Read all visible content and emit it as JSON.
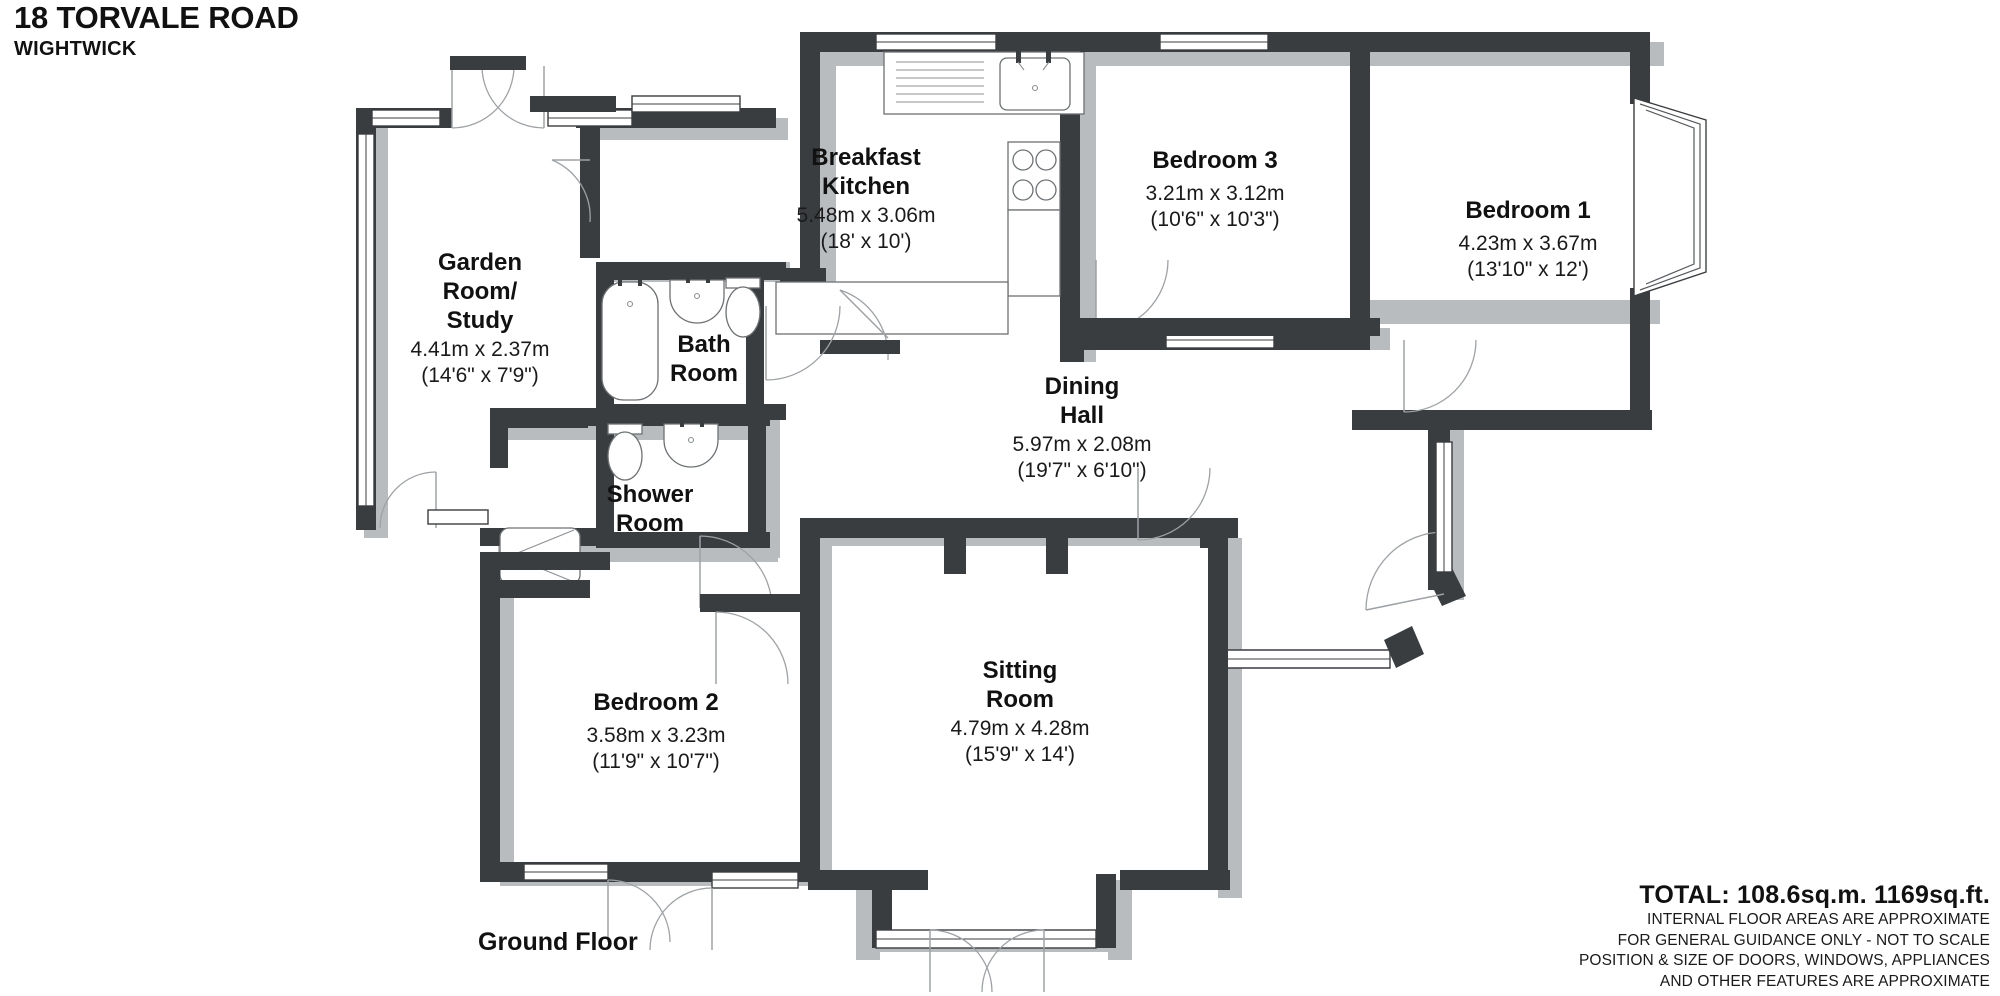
{
  "header": {
    "title": "18 TORVALE ROAD",
    "subtitle": "WIGHTWICK"
  },
  "floor_label": "Ground Floor",
  "footer": {
    "total": "TOTAL:  108.6sq.m.  1169sq.ft.",
    "disclaimer_lines": [
      "INTERNAL FLOOR AREAS ARE APPROXIMATE",
      "FOR GENERAL GUIDANCE ONLY - NOT TO SCALE",
      "POSITION & SIZE OF DOORS, WINDOWS, APPLIANCES",
      "AND OTHER FEATURES ARE APPROXIMATE"
    ]
  },
  "colors": {
    "wall": "#3a3d40",
    "wall_shadow": "#b9bcbe",
    "text": "#111111",
    "fixture_stroke": "#6d7174",
    "background": "#ffffff"
  },
  "rooms": [
    {
      "id": "breakfast-kitchen",
      "name_lines": [
        "Breakfast",
        "Kitchen"
      ],
      "metric": "5.48m x 3.06m",
      "imperial": "(18' x 10')"
    },
    {
      "id": "garden-room-study",
      "name_lines": [
        "Garden",
        "Room/",
        "Study"
      ],
      "metric": "4.41m x 2.37m",
      "imperial": "(14'6\" x 7'9\")"
    },
    {
      "id": "bedroom-3",
      "name_lines": [
        "Bedroom 3"
      ],
      "metric": "3.21m x 3.12m",
      "imperial": "(10'6\" x 10'3\")"
    },
    {
      "id": "bedroom-1",
      "name_lines": [
        "Bedroom 1"
      ],
      "metric": "4.23m x 3.67m",
      "imperial": "(13'10\" x 12')"
    },
    {
      "id": "bath-room",
      "name_lines": [
        "Bath",
        "Room"
      ],
      "metric": "",
      "imperial": ""
    },
    {
      "id": "dining-hall",
      "name_lines": [
        "Dining",
        "Hall"
      ],
      "metric": "5.97m x 2.08m",
      "imperial": "(19'7\" x 6'10\")"
    },
    {
      "id": "shower-room",
      "name_lines": [
        "Shower",
        "Room"
      ],
      "metric": "",
      "imperial": ""
    },
    {
      "id": "bedroom-2",
      "name_lines": [
        "Bedroom 2"
      ],
      "metric": "3.58m x 3.23m",
      "imperial": "(11'9\" x 10'7\")"
    },
    {
      "id": "sitting-room",
      "name_lines": [
        "Sitting",
        "Room"
      ],
      "metric": "4.79m x 4.28m",
      "imperial": "(15'9\" x 14')"
    }
  ],
  "labels": {
    "breakfast_kitchen_l1": "Breakfast",
    "breakfast_kitchen_l2": "Kitchen",
    "breakfast_kitchen_m": "5.48m x 3.06m",
    "breakfast_kitchen_i": "(18' x 10')",
    "garden_l1": "Garden",
    "garden_l2": "Room/",
    "garden_l3": "Study",
    "garden_m": "4.41m x 2.37m",
    "garden_i": "(14'6\" x 7'9\")",
    "bed3_l1": "Bedroom 3",
    "bed3_m": "3.21m x 3.12m",
    "bed3_i": "(10'6\" x 10'3\")",
    "bed1_l1": "Bedroom 1",
    "bed1_m": "4.23m x 3.67m",
    "bed1_i": "(13'10\" x 12')",
    "bath_l1": "Bath",
    "bath_l2": "Room",
    "dining_l1": "Dining",
    "dining_l2": "Hall",
    "dining_m": "5.97m x 2.08m",
    "dining_i": "(19'7\" x 6'10\")",
    "shower_l1": "Shower",
    "shower_l2": "Room",
    "bed2_l1": "Bedroom 2",
    "bed2_m": "3.58m x 3.23m",
    "bed2_i": "(11'9\" x 10'7\")",
    "sitting_l1": "Sitting",
    "sitting_l2": "Room",
    "sitting_m": "4.79m x 4.28m",
    "sitting_i": "(15'9\" x 14')",
    "footer_l0": "INTERNAL FLOOR AREAS ARE APPROXIMATE",
    "footer_l1": "FOR GENERAL GUIDANCE ONLY - NOT TO SCALE",
    "footer_l2": "POSITION & SIZE OF DOORS, WINDOWS, APPLIANCES",
    "footer_l3": "AND OTHER FEATURES ARE APPROXIMATE"
  },
  "fixtures": [
    {
      "id": "kitchen-sink",
      "type": "sink-with-drainer"
    },
    {
      "id": "kitchen-hob",
      "type": "four-burner-hob"
    },
    {
      "id": "bath-tub",
      "type": "bathtub"
    },
    {
      "id": "bath-basin",
      "type": "wash-basin"
    },
    {
      "id": "bath-toilet",
      "type": "toilet"
    },
    {
      "id": "shower-basin",
      "type": "wash-basin"
    },
    {
      "id": "shower-toilet",
      "type": "toilet"
    },
    {
      "id": "shower-tray",
      "type": "shower-tray"
    }
  ]
}
